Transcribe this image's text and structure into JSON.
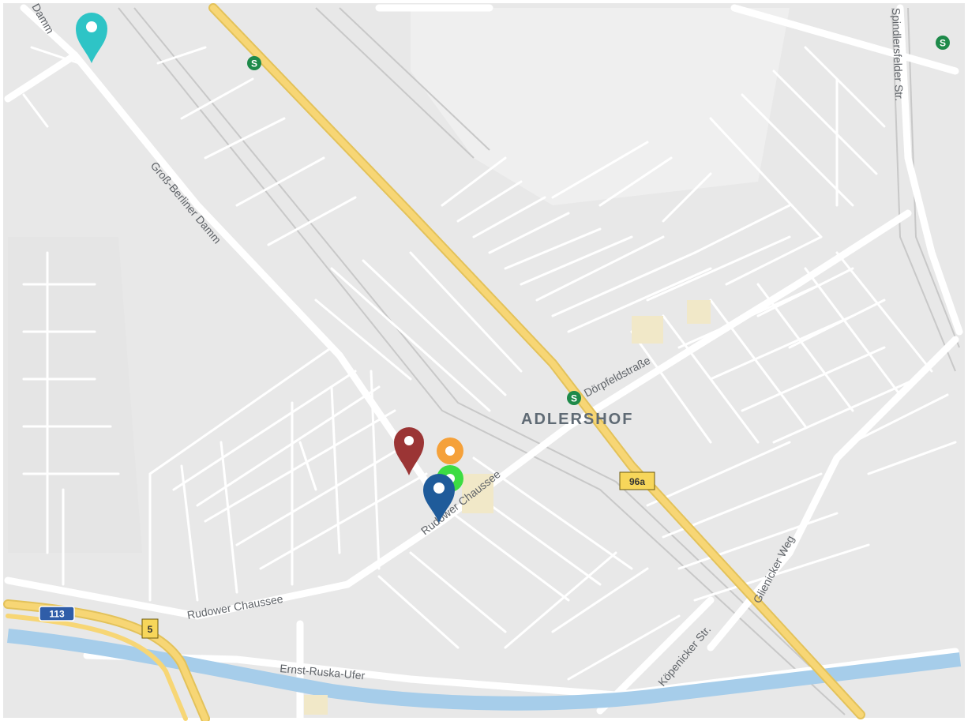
{
  "map": {
    "district_label": "ADLERSHOF",
    "street_labels": {
      "gross_berliner_damm": "Groß-Berliner Damm",
      "damm_top": "Damm",
      "rudower_chaussee_upper": "Rudower Chaussee",
      "rudower_chaussee_lower": "Rudower Chaussee",
      "doerpfeldstrasse": "Dörpfeldstraße",
      "spindlersfelder_str": "Spindlersfelder Str.",
      "glienicker_weg": "Glienicker Weg",
      "koepenicker_str": "Köpenicker Str.",
      "ernst_ruska_ufer": "Ernst-Ruska-Ufer"
    },
    "road_shields": {
      "a113": "113",
      "b5": "5",
      "b96a": "96a"
    },
    "sbahn_symbol": "S",
    "colors": {
      "background": "#e8e8e8",
      "road": "#ffffff",
      "highway": "#f7d675",
      "water": "#a6cdea",
      "marker_teal": "#2ec4c6",
      "marker_red": "#9b3535",
      "marker_orange": "#f5a13a",
      "marker_green": "#3ddc43",
      "marker_blue": "#1f5b9a",
      "sbahn": "#1e8a4a"
    },
    "markers": [
      "marker-teal",
      "marker-red",
      "marker-orange",
      "marker-green",
      "marker-blue"
    ]
  }
}
